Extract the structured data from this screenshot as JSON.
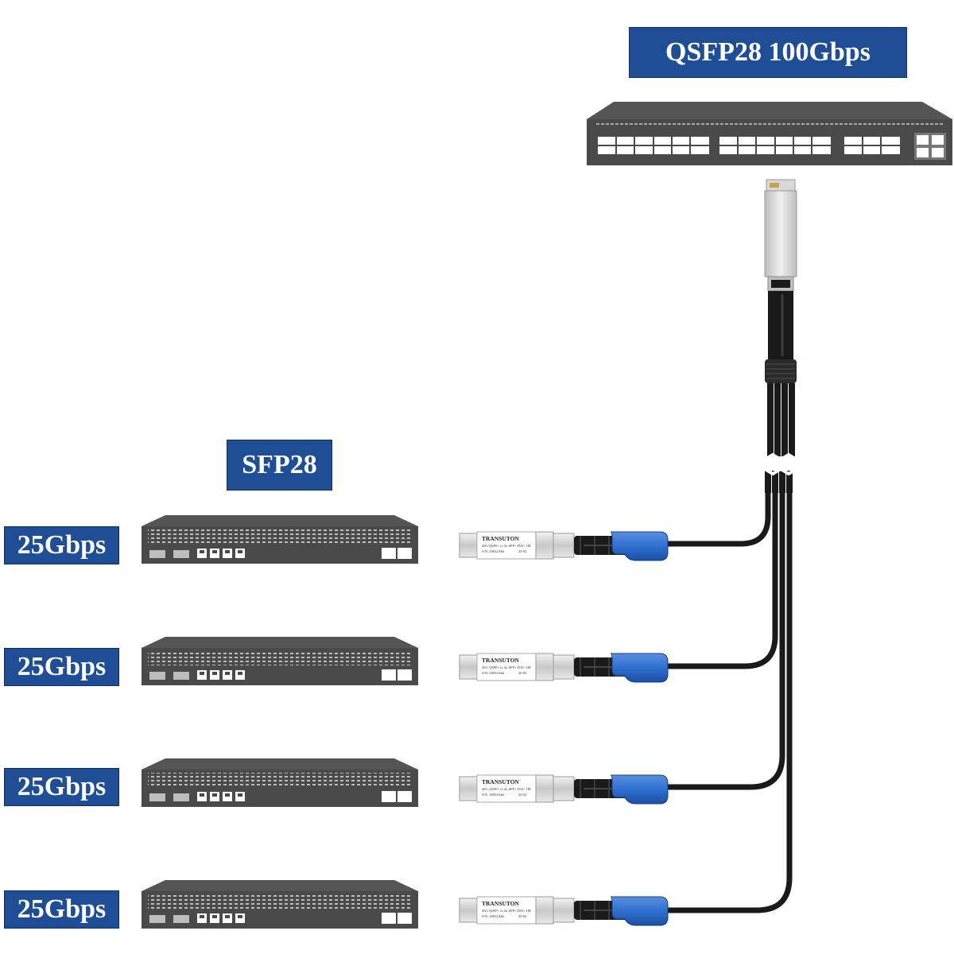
{
  "top_switch": {
    "label": "QSFP28 100Gbps"
  },
  "sfp_group": {
    "label": "SFP28"
  },
  "servers": [
    {
      "speed": "25Gbps"
    },
    {
      "speed": "25Gbps"
    },
    {
      "speed": "25Gbps"
    },
    {
      "speed": "25Gbps"
    }
  ],
  "sfp_module": {
    "brand": "TRANSUTON",
    "part_line": "40G QSFP+ to 4x SFP+ DAC 1M",
    "sn_line": "S/N: 20032Ahb",
    "date": "20-02"
  },
  "colors": {
    "label_bg": "#1f4e96",
    "device_body": "#4a4a4a",
    "cable": "#1a1a1a",
    "pull_tab": "#2f6fd0"
  }
}
